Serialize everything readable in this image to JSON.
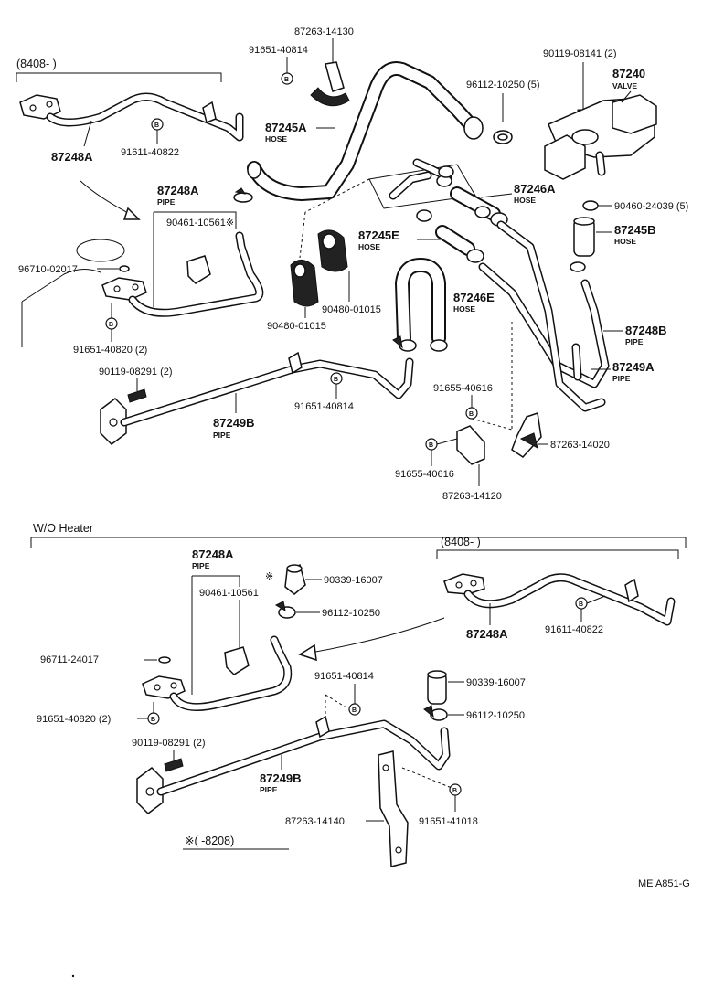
{
  "parts": {
    "p87263_14130": "87263-14130",
    "p91651_40814_top": "91651-40814",
    "p90119_08141": "90119-08141 (2)",
    "p87240": "87240",
    "p87240_sub": "VALVE",
    "p96112_10250_5": "96112-10250 (5)",
    "p87245A": "87245A",
    "p87245A_sub": "HOSE",
    "p87248A_top": "87248A",
    "p91611_40822_top": "91611-40822",
    "p87248A_mid": "87248A",
    "p87248A_mid_sub": "PIPE",
    "p90461_10561_top": "90461-10561※",
    "p96710_02017": "96710-02017",
    "p91651_40820_top": "91651-40820 (2)",
    "p87246A": "87246A",
    "p87246A_sub": "HOSE",
    "p90460_24039": "90460-24039 (5)",
    "p87245E": "87245E",
    "p87245E_sub": "HOSE",
    "p87245B": "87245B",
    "p87245B_sub": "HOSE",
    "p87246E": "87246E",
    "p87246E_sub": "HOSE",
    "p90480_01015_a": "90480-01015",
    "p90480_01015_b": "90480-01015",
    "p87248B": "87248B",
    "p87248B_sub": "PIPE",
    "p87249A": "87249A",
    "p87249A_sub": "PIPE",
    "p90119_08291_top": "90119-08291 (2)",
    "p91651_40814_mid": "91651-40814",
    "p87249B_top": "87249B",
    "p87249B_top_sub": "PIPE",
    "p91655_40616_a": "91655-40616",
    "p91655_40616_b": "91655-40616",
    "p87263_14020": "87263-14020",
    "p87263_14120": "87263-14120",
    "p87248A_bl": "87248A",
    "p87248A_bl_sub": "PIPE",
    "p90461_10561_bot": "90461-10561",
    "p90339_16007_a": "90339-16007",
    "p96112_10250_a": "96112-10250",
    "p87248A_br": "87248A",
    "p91611_40822_bot": "91611-40822",
    "p96711_24017": "96711-24017",
    "p91651_40814_bot": "91651-40814",
    "p90339_16007_b": "90339-16007",
    "p96112_10250_b": "96112-10250",
    "p91651_40820_bot": "91651-40820 (2)",
    "p90119_08291_bot": "90119-08291 (2)",
    "p87249B_bot": "87249B",
    "p87249B_bot_sub": "PIPE",
    "p87263_14140": "87263-14140",
    "p91651_41018": "91651-41018"
  },
  "labels": {
    "range_top": "(8408-      )",
    "range_bottom": "(8408-      )",
    "section_wo_heater": "W/O  Heater",
    "note_asterisk": "※",
    "note_range": "※(      -8208)",
    "bolt_mark": "B",
    "diagram_code": "ME  A851-G"
  }
}
